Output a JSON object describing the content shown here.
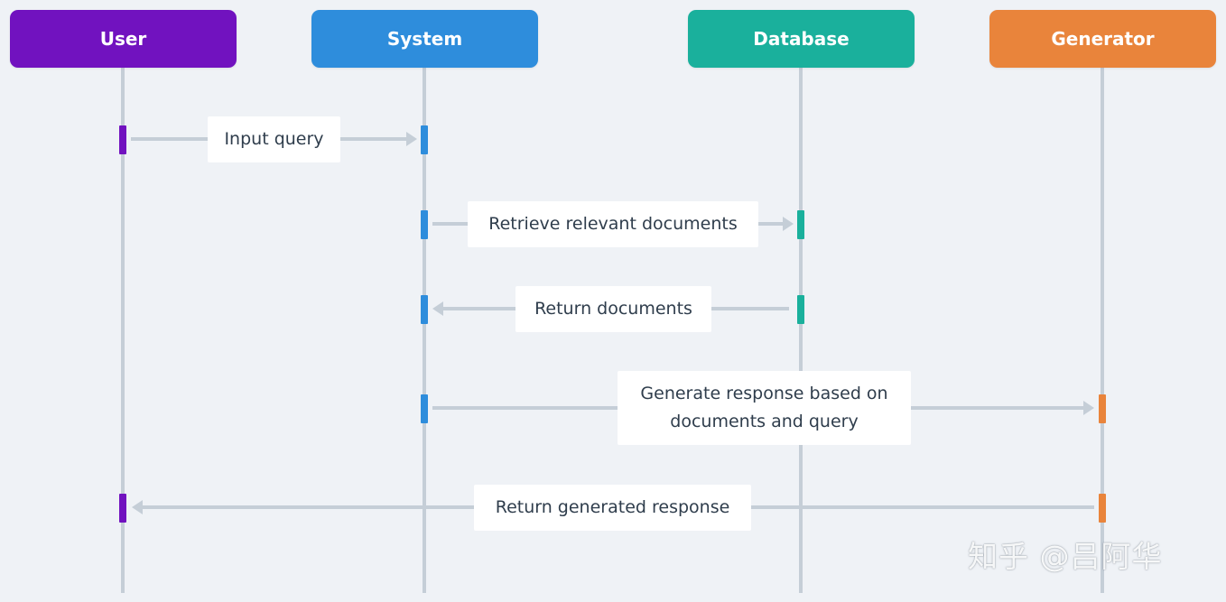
{
  "actors": [
    {
      "id": "user",
      "label": "User",
      "color": "#7112bf"
    },
    {
      "id": "system",
      "label": "System",
      "color": "#2e8ddc"
    },
    {
      "id": "database",
      "label": "Database",
      "color": "#1ab09c"
    },
    {
      "id": "generator",
      "label": "Generator",
      "color": "#e9843b"
    }
  ],
  "messages": [
    {
      "from": "user",
      "to": "system",
      "label": "Input query"
    },
    {
      "from": "system",
      "to": "database",
      "label": "Retrieve relevant documents"
    },
    {
      "from": "database",
      "to": "system",
      "label": "Return documents"
    },
    {
      "from": "system",
      "to": "generator",
      "label": "Generate response based on documents and query"
    },
    {
      "from": "generator",
      "to": "user",
      "label": "Return generated response"
    }
  ],
  "line_color": "#c5ced7",
  "watermark": "知乎 @吕阿华"
}
